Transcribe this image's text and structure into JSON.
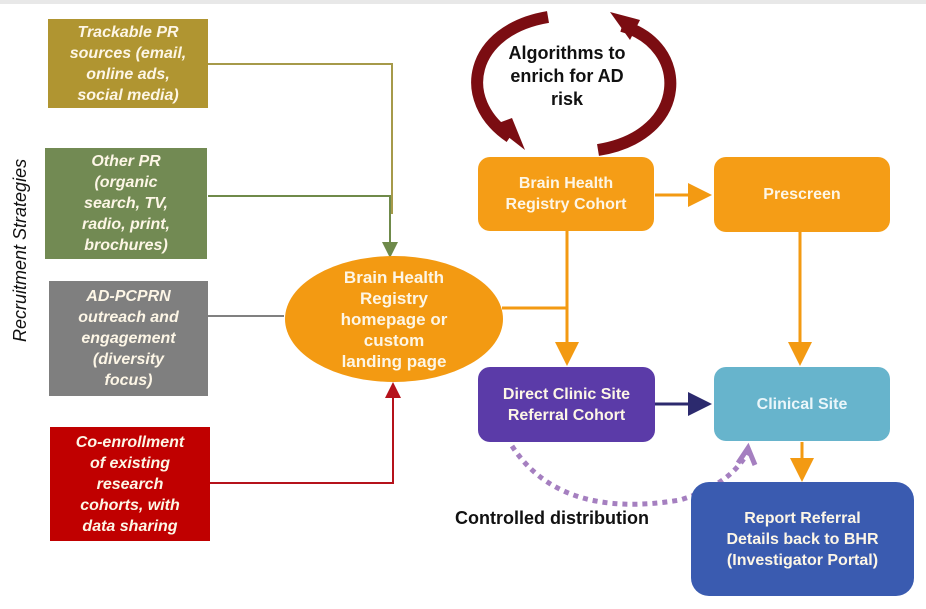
{
  "side_label": "Recruitment  Strategies",
  "sources": [
    {
      "id": "trackable-pr",
      "label": "Trackable PR\nsources (email,\nonline ads,\nsocial media)",
      "color": "#b09531"
    },
    {
      "id": "other-pr",
      "label": "Other PR\n(organic\nsearch, TV,\nradio, print,\nbrochures)",
      "color": "#728a53"
    },
    {
      "id": "ad-pcprn",
      "label": "AD-PCPRN\noutreach and\nengagement\n(diversity\nfocus)",
      "color": "#7f7f7f"
    },
    {
      "id": "co-enrollment",
      "label": "Co-enrollment\nof existing\nresearch\ncohorts, with\ndata sharing",
      "color": "#c00000"
    }
  ],
  "hub": {
    "label": "Brain Health\nRegistry\nhomepage or\ncustom\nlanding page",
    "color": "#f39a12"
  },
  "algorithms": {
    "label": "Algorithms  to\nenrich for AD\nrisk",
    "arrow_color": "#7b0d12"
  },
  "nodes": {
    "bhr_cohort": {
      "label": "Brain Health\nRegistry Cohort",
      "color": "#f59d16"
    },
    "prescreen": {
      "label": "Prescreen",
      "color": "#f59d16"
    },
    "direct_clinic": {
      "label": "Direct Clinic Site\nReferral Cohort",
      "color": "#5b3ba8"
    },
    "clinical_site": {
      "label": "Clinical Site",
      "color": "#67b4cc"
    },
    "report": {
      "label": "Report Referral\nDetails back  to BHR\n(Investigator Portal)",
      "color": "#3a5bb0"
    }
  },
  "controlled_distribution": {
    "label": "Controlled  distribution",
    "color": "#a57fc0"
  },
  "colors": {
    "orange_link": "#f39a12",
    "navy_link": "#2c2a6e",
    "red_link": "#b5121b",
    "olive_link": "#a69a4a",
    "green_link": "#6f8a4a",
    "grey_link": "#808080"
  }
}
